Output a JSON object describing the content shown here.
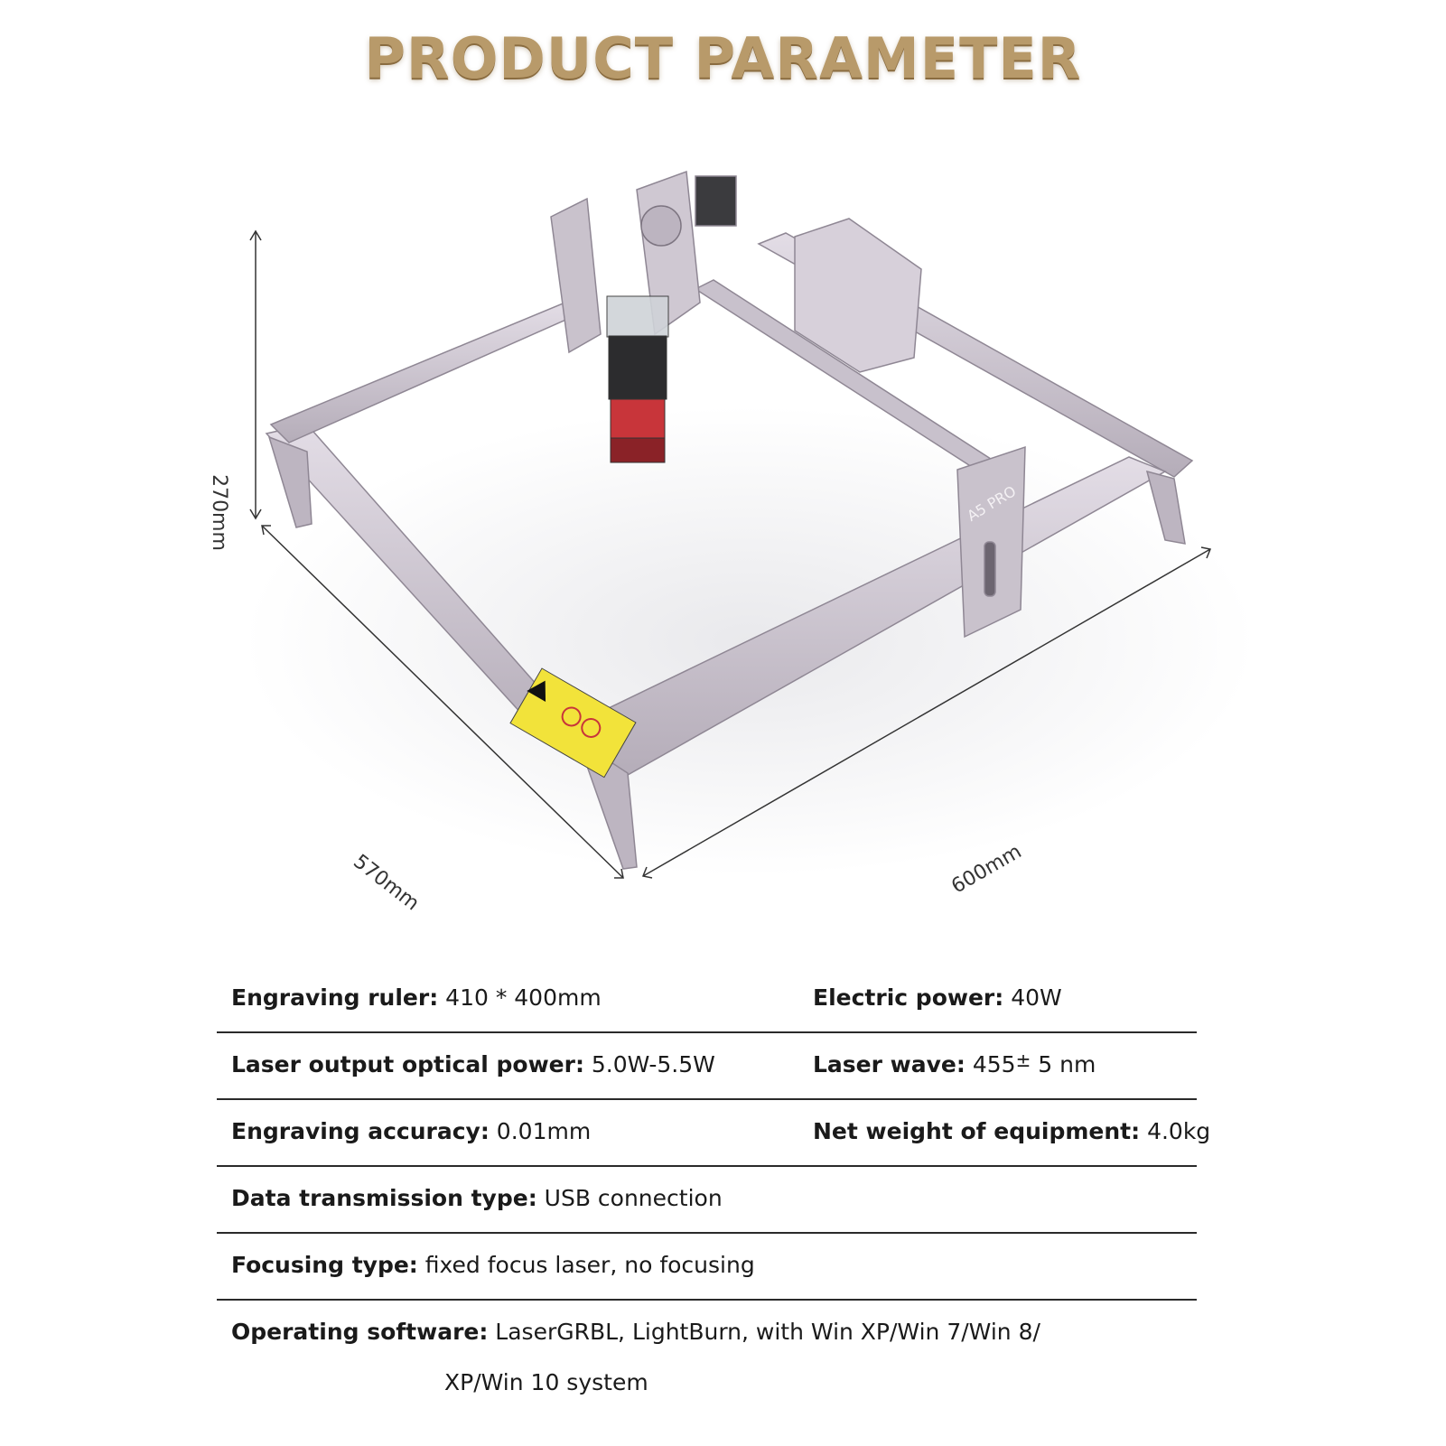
{
  "title": "PRODUCT PARAMETER",
  "figure": {
    "height_label": "270mm",
    "length_label": "570mm",
    "width_label": "600mm",
    "model_label": "A5 PRO"
  },
  "specs": {
    "row1": {
      "left": {
        "key": "Engraving ruler:",
        "value": " 410 * 400mm"
      },
      "right": {
        "key": "Electric power:",
        "value": " 40W"
      }
    },
    "row2": {
      "left": {
        "key": "Laser output optical power:",
        "value": " 5.0W-5.5W"
      },
      "right": {
        "key": "Laser wave:",
        "value": " 455",
        "pm": "±",
        "value2": " 5 nm"
      }
    },
    "row3": {
      "left": {
        "key": "Engraving accuracy:",
        "value": " 0.01mm"
      },
      "right": {
        "key": "Net weight of equipment:",
        "value": " 4.0kg"
      }
    },
    "row4": {
      "left": {
        "key": "Data transmission type:",
        "value": " USB connection"
      }
    },
    "row5": {
      "left": {
        "key": "Focusing type:",
        "value": " fixed focus laser, no focusing"
      }
    },
    "row6": {
      "left": {
        "key": "Operating software:",
        "value": " LaserGRBL, LightBurn, with Win XP/Win 7/Win 8/"
      },
      "continuation": "XP/Win 10 system"
    }
  },
  "colors": {
    "title_gold": "#b89a6a",
    "frame": "#c9c2cc",
    "laser_red": "#c8353a"
  }
}
